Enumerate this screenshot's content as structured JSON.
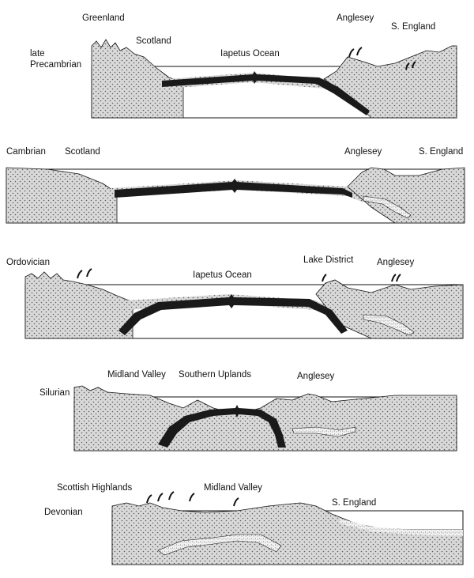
{
  "panels": [
    {
      "era": [
        "late",
        "Precambrian"
      ],
      "labels": {
        "greenland": "Greenland",
        "scotland": "Scotland",
        "ocean": "Iapetus Ocean",
        "anglesey": "Anglesey",
        "s_england": "S. England"
      }
    },
    {
      "era": [
        "Cambrian"
      ],
      "labels": {
        "scotland": "Scotland",
        "anglesey": "Anglesey",
        "s_england": "S. England"
      }
    },
    {
      "era": [
        "Ordovician"
      ],
      "labels": {
        "ocean": "Iapetus Ocean",
        "lake_district": "Lake District",
        "anglesey": "Anglesey"
      }
    },
    {
      "era": [
        "Silurian"
      ],
      "labels": {
        "midland_valley": "Midland Valley",
        "southern_uplands": "Southern Uplands",
        "anglesey": "Anglesey"
      }
    },
    {
      "era": [
        "Devonian"
      ],
      "labels": {
        "scottish_highlands": "Scottish Highlands",
        "midland_valley": "Midland Valley",
        "s_england": "S. England"
      }
    }
  ],
  "colors": {
    "ink": "#111111",
    "crust_fill": "#d6d6d6",
    "slab": "#1a1a1a",
    "paper": "#ffffff"
  }
}
